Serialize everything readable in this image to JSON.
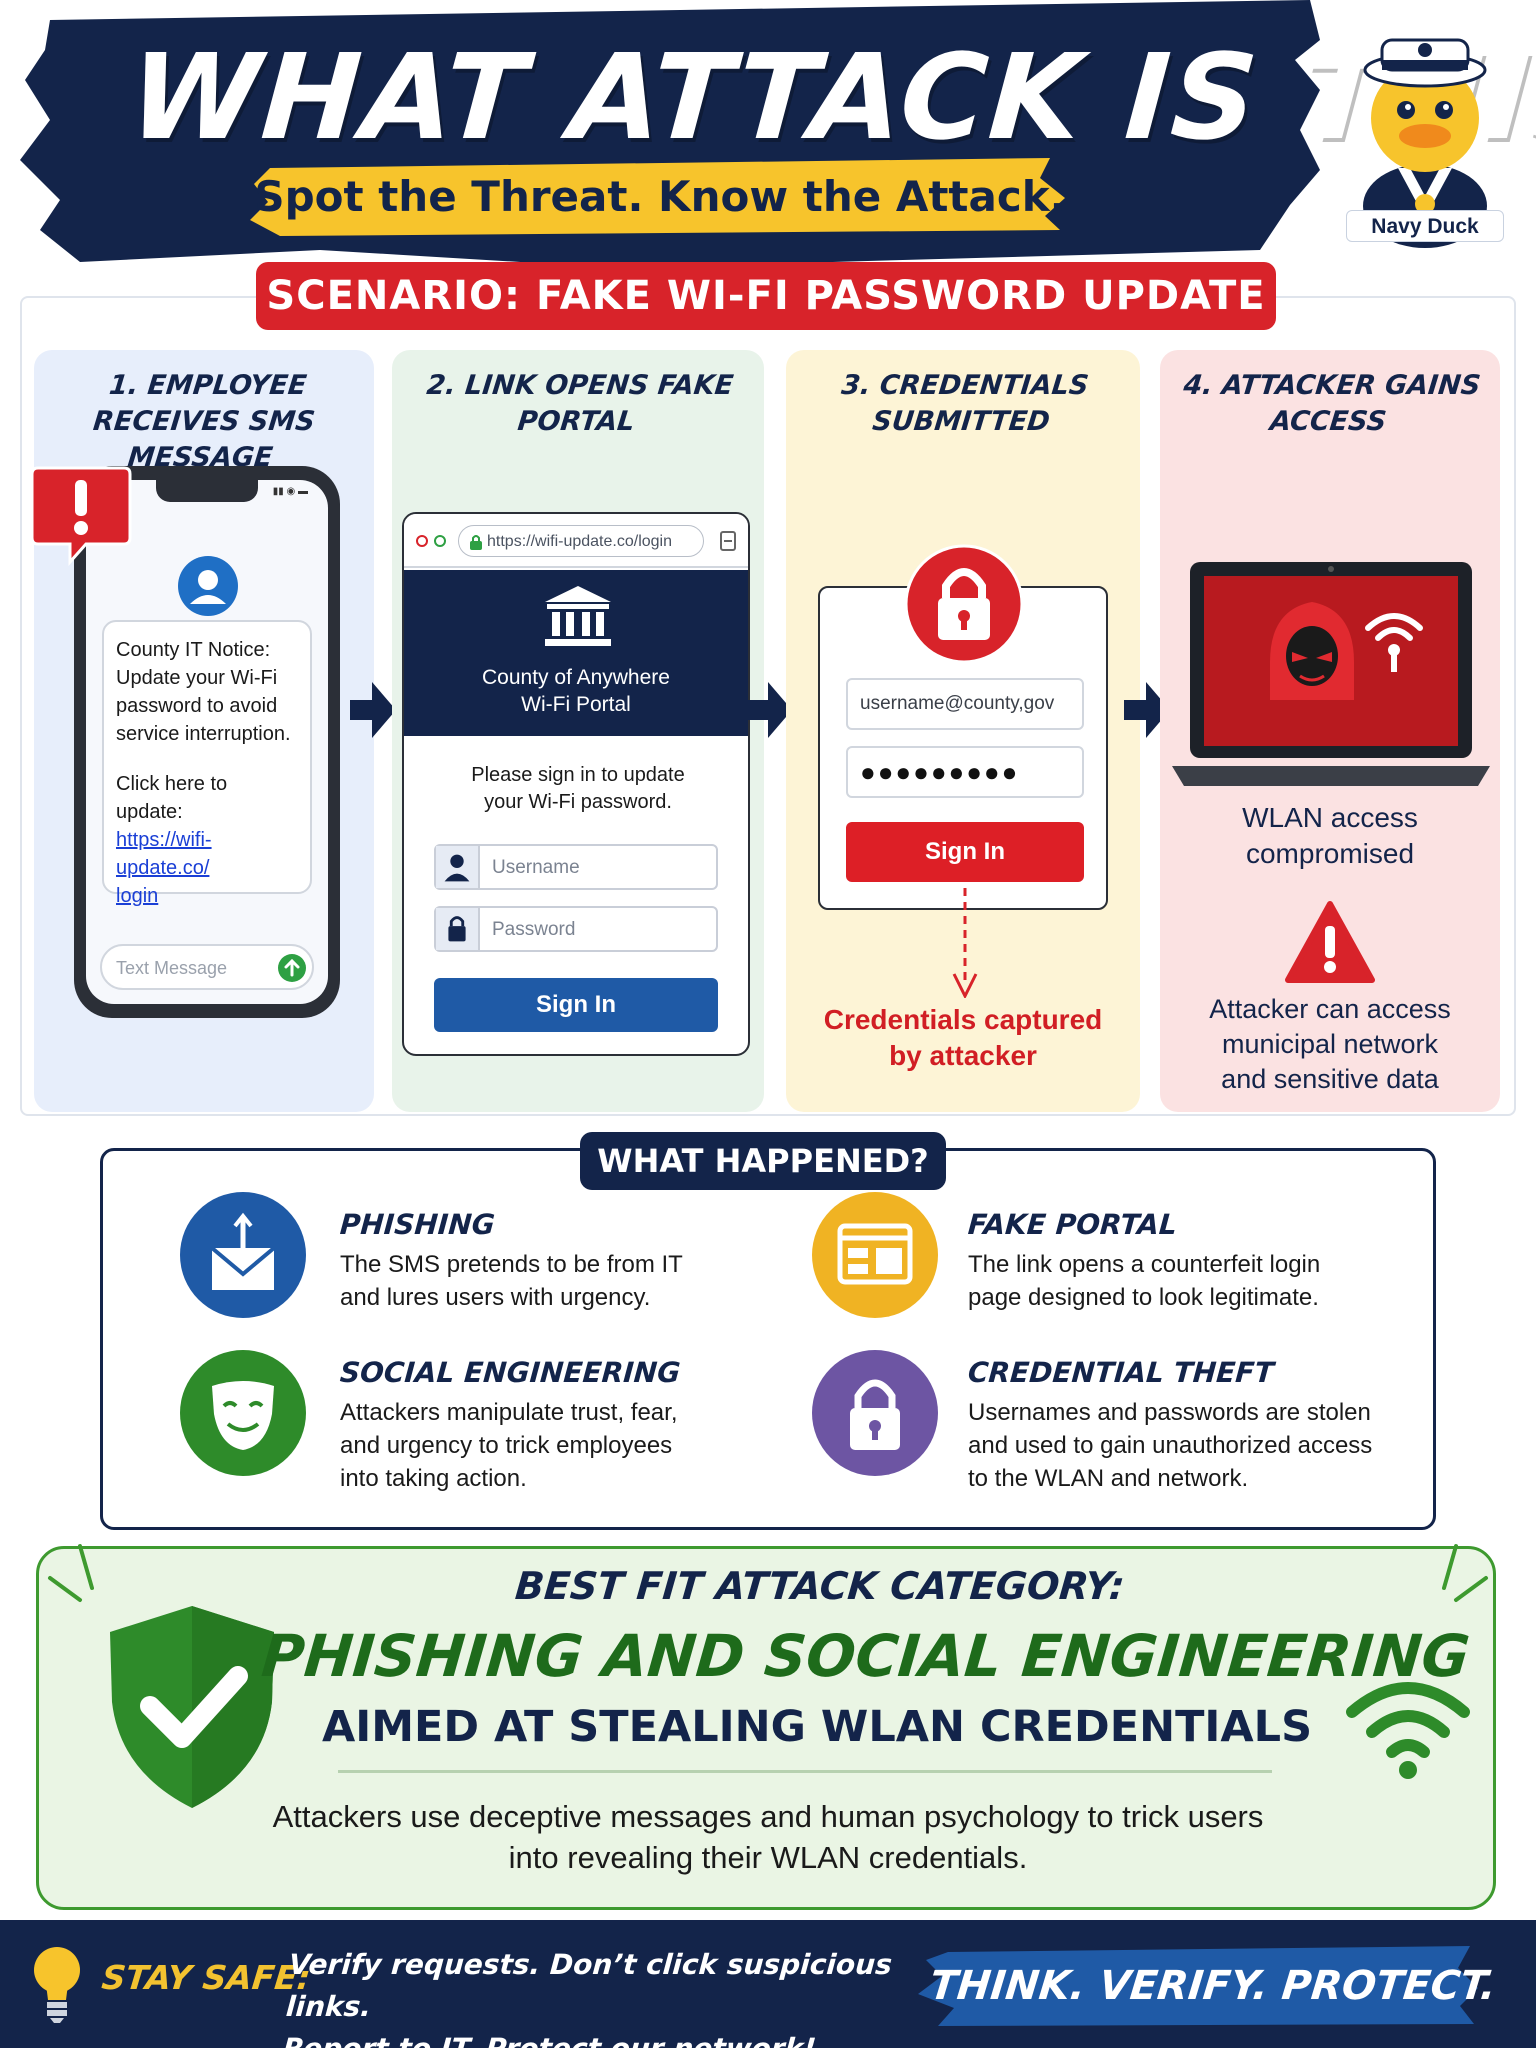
{
  "header": {
    "title": "WHAT ATTACK IS THIS?",
    "subtitle": "Spot the Threat. Know the Attack.",
    "mascot_label": "Navy Duck"
  },
  "scenario": {
    "label": "SCENARIO: FAKE WI-FI PASSWORD UPDATE",
    "steps": [
      {
        "title": "1. EMPLOYEE RECEIVES SMS MESSAGE"
      },
      {
        "title": "2. LINK OPENS FAKE PORTAL"
      },
      {
        "title": "3. CREDENTIALS SUBMITTED"
      },
      {
        "title": "4. ATTACKER GAINS ACCESS"
      }
    ],
    "sms": {
      "lines": [
        "County IT Notice:",
        "Update your Wi-Fi",
        "password to avoid",
        "service interruption."
      ],
      "cta": "Click here to update:",
      "link_line1": "https://wifi-update.co/",
      "link_line2": "login",
      "input_placeholder": "Text Message"
    },
    "portal": {
      "url": "https://wifi-update.co/login",
      "name_line1": "County of Anywhere",
      "name_line2": "Wi-Fi Portal",
      "prompt_line1": "Please sign in to update",
      "prompt_line2": "your Wi-Fi password.",
      "username_placeholder": "Username",
      "password_placeholder": "Password",
      "button": "Sign In"
    },
    "credentials": {
      "username_value": "username@county,gov",
      "password_value": "●●●●●●●●●",
      "button": "Sign In",
      "caption_line1": "Credentials captured",
      "caption_line2": "by attacker"
    },
    "access": {
      "status_line1": "WLAN access",
      "status_line2": "compromised",
      "impact_line1": "Attacker can access",
      "impact_line2": "municipal network",
      "impact_line3": "and sensitive data"
    }
  },
  "what_happened": {
    "label": "WHAT HAPPENED?",
    "items": [
      {
        "title": "PHISHING",
        "desc_line1": "The SMS pretends to be from IT",
        "desc_line2": "and lures users with urgency.",
        "icon": "phishing-hook-envelope-icon",
        "color": "#1f5aa6"
      },
      {
        "title": "FAKE PORTAL",
        "desc_line1": "The link opens a counterfeit login",
        "desc_line2": "page designed to look legitimate.",
        "icon": "fake-webpage-icon",
        "color": "#f0b323"
      },
      {
        "title": "SOCIAL ENGINEERING",
        "desc_line1": "Attackers manipulate trust, fear,",
        "desc_line2": "and urgency to trick employees",
        "desc_line3": "into taking action.",
        "icon": "mask-icon",
        "color": "#2e8b2a"
      },
      {
        "title": "CREDENTIAL THEFT",
        "desc_line1": "Usernames and passwords are stolen",
        "desc_line2": "and used to gain unauthorized access",
        "desc_line3": "to the WLAN and network.",
        "icon": "padlock-icon",
        "color": "#6d55a3"
      }
    ]
  },
  "best_fit": {
    "label": "BEST FIT ATTACK CATEGORY:",
    "category": "PHISHING AND SOCIAL ENGINEERING",
    "category_sub": "AIMED AT STEALING WLAN CREDENTIALS",
    "desc_line1": "Attackers use deceptive messages and human psychology to trick users",
    "desc_line2": "into revealing their WLAN credentials."
  },
  "footer": {
    "stay_safe": "STAY SAFE:",
    "msg_line1": "Verify requests. Don’t click suspicious links.",
    "msg_line2": "Report to IT. Protect our network!",
    "slogan": "THINK. VERIFY. PROTECT."
  },
  "colors": {
    "navy": "#13244a",
    "red": "#d8232a",
    "yellow": "#f7c42c",
    "green": "#2e8b2a"
  }
}
